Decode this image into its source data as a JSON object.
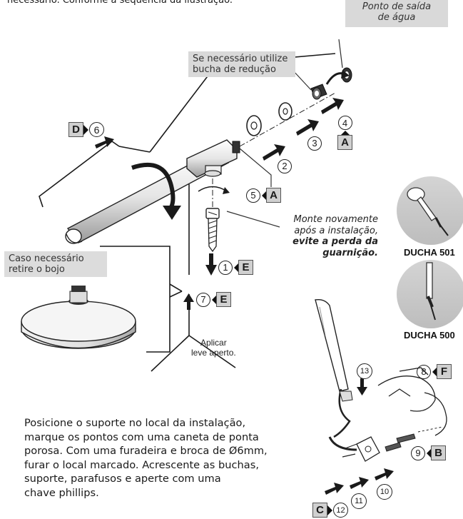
{
  "intro_text": "necessário. Conforme a sequência da ilustração.",
  "callouts": {
    "saida_agua": [
      "Ponto de saída",
      "de água"
    ],
    "bucha": [
      "Se necessário utilize",
      "bucha de redução"
    ],
    "bojo": [
      "Caso necessário",
      "retire o bojo"
    ],
    "monte": [
      "Monte novamente",
      "após a instalação,",
      "evite a perda da",
      "guarnição."
    ],
    "aplicar": [
      "Aplicar",
      "leve aperto."
    ]
  },
  "steps": {
    "d6": {
      "letter": "D",
      "num": "6"
    },
    "s4": {
      "num": "4",
      "letter": "A"
    },
    "s3": {
      "num": "3"
    },
    "s2": {
      "num": "2"
    },
    "s5": {
      "num": "5",
      "letter": "A"
    },
    "s1": {
      "num": "1",
      "letter": "E"
    },
    "s7": {
      "num": "7",
      "letter": "E"
    },
    "s13": {
      "num": "13"
    },
    "s8": {
      "num": "8",
      "letter": "F"
    },
    "s9": {
      "num": "9",
      "letter": "B"
    },
    "s11": {
      "num": "11"
    },
    "s10": {
      "num": "10"
    },
    "c12": {
      "letter": "C",
      "num": "12"
    }
  },
  "products": {
    "ducha501": "DUCHA 501",
    "ducha500": "DUCHA 500"
  },
  "instructions": [
    "Posicione o suporte no local da instalação,",
    "marque os pontos com uma caneta de ponta",
    "porosa. Com uma furadeira e broca de Ø6mm,",
    "furar o local marcado. Acrescente as buchas,",
    "suporte, parafusos e aperte com uma",
    "chave phillips."
  ]
}
